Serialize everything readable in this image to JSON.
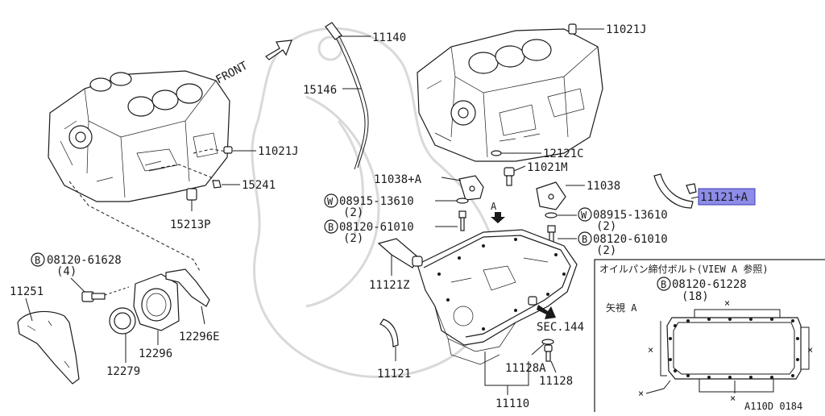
{
  "labels": {
    "p11140": "11140",
    "p11021J_top": "11021J",
    "front": "FRONT",
    "p15146": "15146",
    "p11021J_left": "11021J",
    "p15241": "15241",
    "p15213P": "15213P",
    "p12121C": "12121C",
    "p11021M": "11021M",
    "p11038A": "11038+A",
    "p11038": "11038",
    "p11121A": "11121+A",
    "w1_num": "08915-13610",
    "w1_qty": "(2)",
    "b1_num": "08120-61010",
    "b1_qty": "(2)",
    "w2_num": "08915-13610",
    "w2_qty": "(2)",
    "b2_num": "08120-61010",
    "b2_qty": "(2)",
    "arrowA": "A",
    "b3_num": "08120-61628",
    "b3_qty": "(4)",
    "p11251": "11251",
    "p12296E": "12296E",
    "p12296": "12296",
    "p12279": "12279",
    "p11121Z": "11121Z",
    "sec144": "SEC.144",
    "p11121": "11121",
    "p11128A": "11128A",
    "p11128": "11128",
    "p11110": "11110",
    "inset_title": "オイルパン締付ボルト(VIEW A 参照)",
    "inset_bolt": "08120-61228",
    "inset_qty": "(18)",
    "inset_view": "矢視 A",
    "diagram_code": "A110D 0184"
  },
  "markers": {
    "washer": "W",
    "bolt": "B",
    "cross": "×"
  },
  "colors": {
    "highlight_fill": "#8d8ce8",
    "highlight_stroke": "#3b3bb0",
    "ink": "#1a1a1a"
  }
}
